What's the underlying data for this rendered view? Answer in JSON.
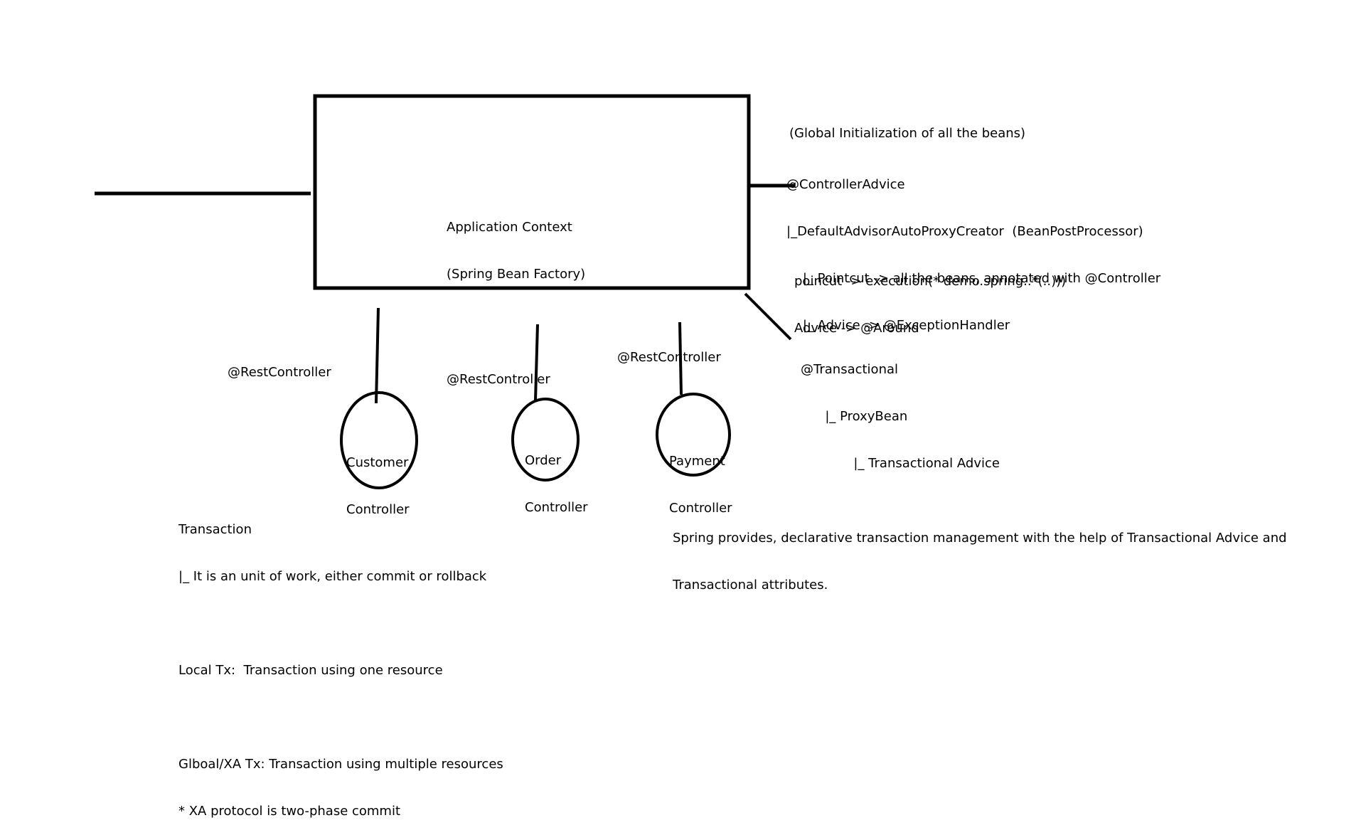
{
  "app_context": {
    "line1": "Application Context",
    "line2": "(Spring Bean Factory)"
  },
  "global_init": "(Global Initialization of all the beans)",
  "controller_advice": {
    "l1": "@ControllerAdvice",
    "l2": "|_DefaultAdvisorAutoProxyCreator  (BeanPostProcessor)",
    "l3": "    |_ Pointcut -> all the beans, annotated with @Controller",
    "l4": "    |_ Advice -> @ExceptionHandler"
  },
  "aspect": {
    "l1": "poincut -> execution(* demo.spring..*(..)))",
    "l2": "Advice -> @Around"
  },
  "transactional": {
    "l1": "@Transactional",
    "l2": "      |_ ProxyBean",
    "l3": "             |_ Transactional Advice"
  },
  "controllers": [
    {
      "annotation": "@RestController",
      "line1": "Customer",
      "line2": "Controller"
    },
    {
      "annotation": "@RestController",
      "line1": "Order",
      "line2": "Controller"
    },
    {
      "annotation": "@RestController",
      "line1": "Payment",
      "line2": "Controller"
    }
  ],
  "notes_left": {
    "l1": "Transaction",
    "l2": "|_ It is an unit of work, either commit or rollback",
    "l3": "Local Tx:  Transaction using one resource",
    "l4": "Glboal/XA Tx: Transaction using multiple resources",
    "l5": "* XA protocol is two-phase commit"
  },
  "notes_right": {
    "l1": "Spring provides, declarative transaction management with the help of Transactional Advice and",
    "l2": "Transactional attributes."
  }
}
